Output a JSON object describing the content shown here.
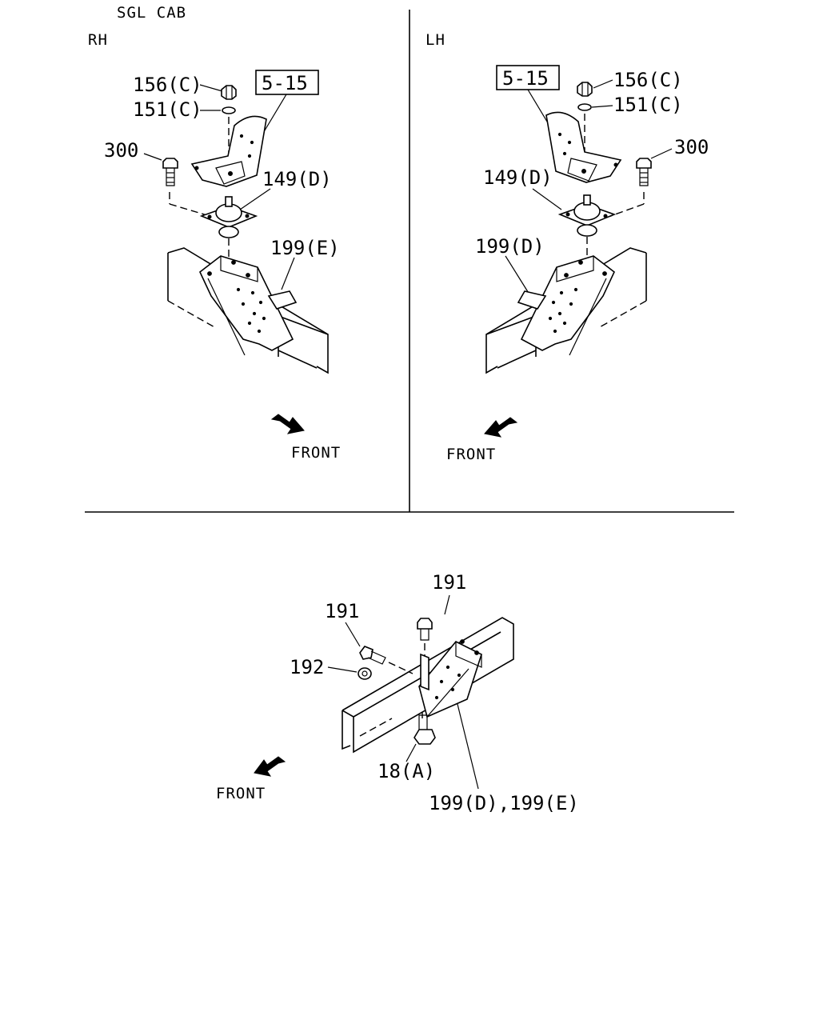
{
  "header": {
    "title": "SGL CAB"
  },
  "panels": {
    "rh": {
      "side_label": "RH",
      "ref_box": "5-15",
      "labels": {
        "nut": "156(C)",
        "washer": "151(C)",
        "bolt": "300",
        "mount": "149(D)",
        "bracket": "199(E)"
      },
      "front": "FRONT"
    },
    "lh": {
      "side_label": "LH",
      "ref_box": "5-15",
      "labels": {
        "nut": "156(C)",
        "washer": "151(C)",
        "bolt": "300",
        "mount": "149(D)",
        "bracket": "199(D)"
      },
      "front": "FRONT"
    },
    "bottom": {
      "labels": {
        "bolt_top": "191",
        "bolt_side": "191",
        "nut": "192",
        "plate": "18(A)",
        "bracket": "199(D),199(E)"
      },
      "front": "FRONT"
    }
  }
}
